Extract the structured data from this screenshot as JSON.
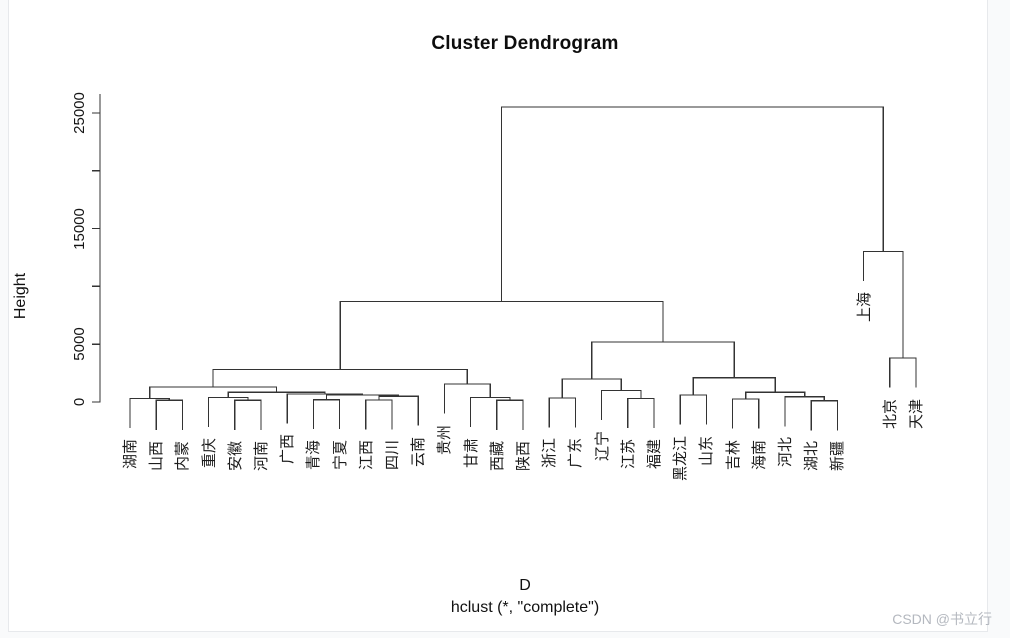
{
  "title": "Cluster Dendrogram",
  "watermark": "CSDN @书立行",
  "colors": {
    "line": "#333333",
    "text": "#141414",
    "leaf_text": "#1c1c1c",
    "watermark": "#b4b8bf",
    "frame": "#e7e9ec",
    "background": "#ffffff"
  },
  "chart_data": {
    "type": "dendrogram",
    "title": "Cluster Dendrogram",
    "xlabel": "D",
    "sub": "hclust (*, \"complete\")",
    "ylabel": "Height",
    "ylim": [
      0,
      26000
    ],
    "grid": false,
    "legend": null,
    "yticks": [
      0,
      5000,
      10000,
      15000,
      20000,
      25000
    ],
    "ytick_labels": [
      "0",
      "5000",
      "",
      "15000",
      "",
      "25000"
    ],
    "hang": 0.1,
    "leaves_in_order": [
      "湖南",
      "山西",
      "内蒙",
      "重庆",
      "安徽",
      "河南",
      "广西",
      "青海",
      "宁夏",
      "江西",
      "四川",
      "云南",
      "贵州",
      "甘肃",
      "西藏",
      "陕西",
      "浙江",
      "广东",
      "辽宁",
      "江苏",
      "福建",
      "黑龙江",
      "山东",
      "吉林",
      "海南",
      "河北",
      "湖北",
      "新疆",
      "上海",
      "北京",
      "天津"
    ],
    "merges_note": "R-style merge rows [a,b,height]; negative = leaf index (1-based), positive = earlier merge row (1-based)",
    "merges": [
      [
        -2,
        -3,
        150
      ],
      [
        -1,
        1,
        300
      ],
      [
        -5,
        -6,
        150
      ],
      [
        -4,
        3,
        400
      ],
      [
        -8,
        -9,
        200
      ],
      [
        -10,
        -11,
        180
      ],
      [
        6,
        -12,
        500
      ],
      [
        5,
        7,
        600
      ],
      [
        -7,
        8,
        700
      ],
      [
        4,
        9,
        850
      ],
      [
        2,
        10,
        1300
      ],
      [
        -15,
        -16,
        150
      ],
      [
        -14,
        12,
        400
      ],
      [
        -13,
        13,
        1550
      ],
      [
        11,
        14,
        2800
      ],
      [
        -17,
        -18,
        350
      ],
      [
        -20,
        -21,
        300
      ],
      [
        -19,
        17,
        1000
      ],
      [
        16,
        18,
        2000
      ],
      [
        -22,
        -23,
        600
      ],
      [
        -24,
        -25,
        250
      ],
      [
        -27,
        -28,
        100
      ],
      [
        -26,
        22,
        450
      ],
      [
        21,
        23,
        850
      ],
      [
        20,
        24,
        2100
      ],
      [
        19,
        25,
        5200
      ],
      [
        15,
        26,
        8700
      ],
      [
        -30,
        -31,
        3800
      ],
      [
        -29,
        28,
        13000
      ],
      [
        27,
        29,
        25500
      ]
    ]
  }
}
